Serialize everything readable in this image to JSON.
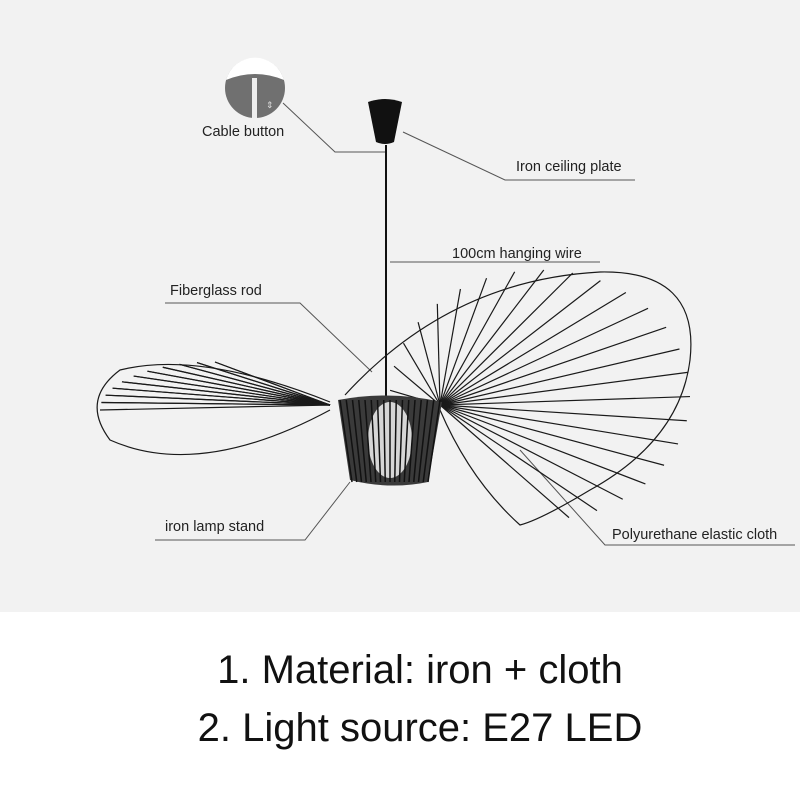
{
  "labels": {
    "cable_button": "Cable button",
    "ceiling_plate": "Iron ceiling plate",
    "hanging_wire": "100cm hanging wire",
    "fiberglass_rod": "Fiberglass rod",
    "lamp_stand": "iron lamp stand",
    "elastic_cloth": "Polyurethane elastic cloth"
  },
  "specs": [
    "1. Material: iron + cloth",
    "2. Light source: E27 LED"
  ],
  "colors": {
    "background": "#f2f2f2",
    "wire": "#1a1a1a",
    "leader": "#555555"
  }
}
